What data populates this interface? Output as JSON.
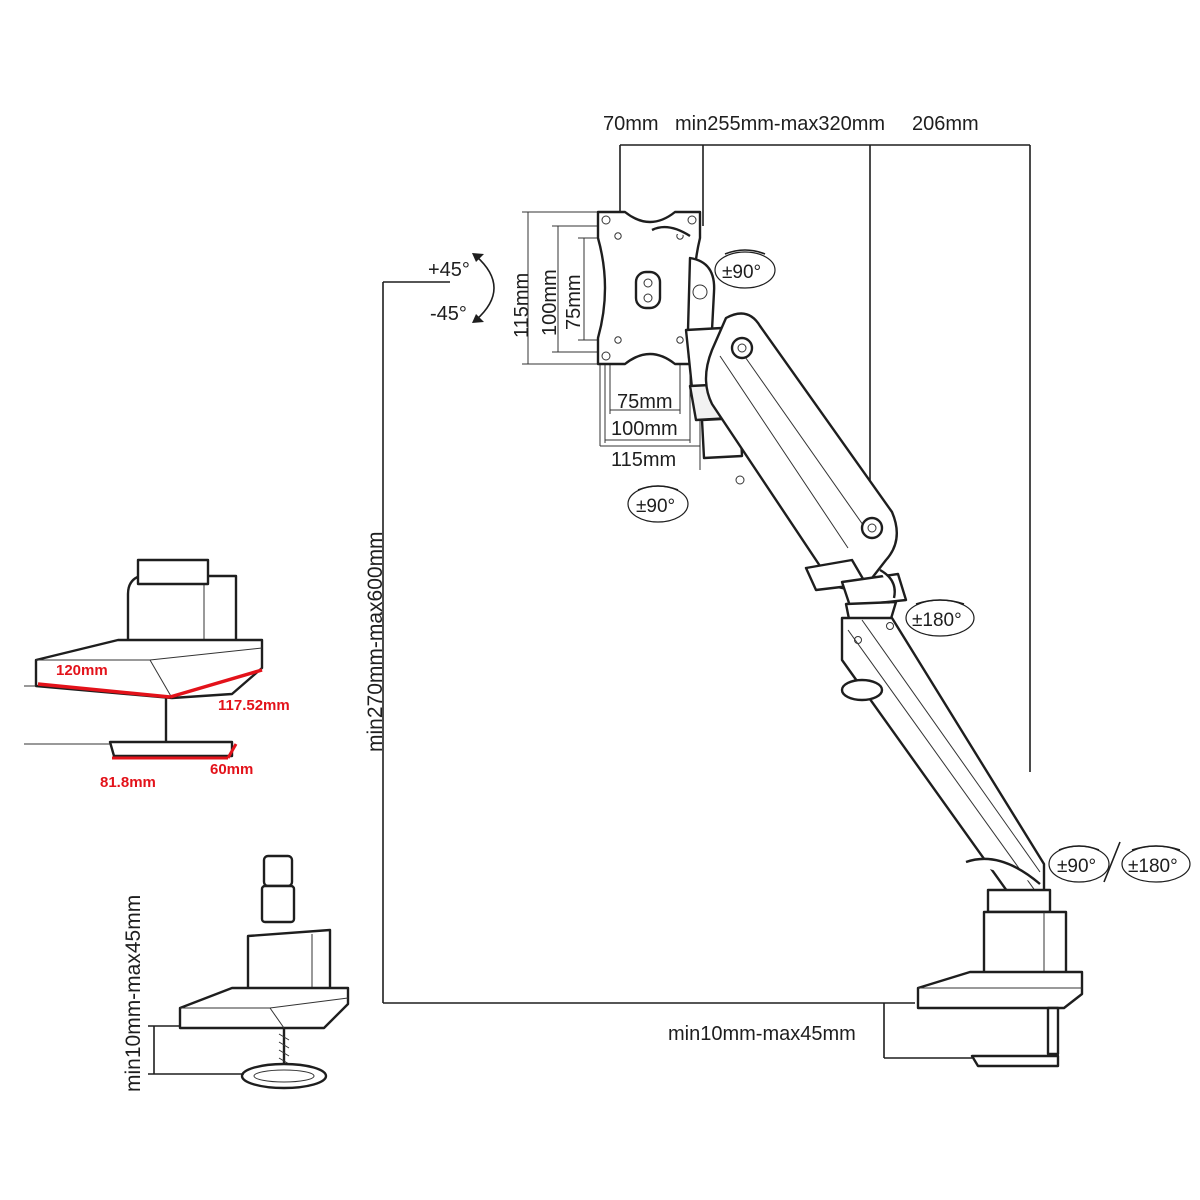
{
  "labels": {
    "top_70": "70mm",
    "top_arm": "min255mm-max320mm",
    "top_206": "206mm",
    "tilt_plus": "+45°",
    "tilt_minus": "-45°",
    "rot_top": "±90°",
    "rot_vesa": "±90°",
    "rot_elbow": "±180°",
    "rot_base_90": "±90°",
    "rot_base_180": "±180°",
    "vesa_v115": "115mm",
    "vesa_v100": "100mm",
    "vesa_v75": "75mm",
    "vesa_h75": "75mm",
    "vesa_h100": "100mm",
    "vesa_h115": "115mm",
    "height_range": "min270mm-max600mm",
    "clamp_range_right": "min10mm-max45mm",
    "clamp_range_left": "min10mm-max45mm",
    "base_120": "120mm",
    "base_117": "117.52mm",
    "base_81": "81.8mm",
    "base_60": "60mm"
  },
  "colors": {
    "line": "#1e1e1e",
    "accent_red": "#e3121a"
  }
}
